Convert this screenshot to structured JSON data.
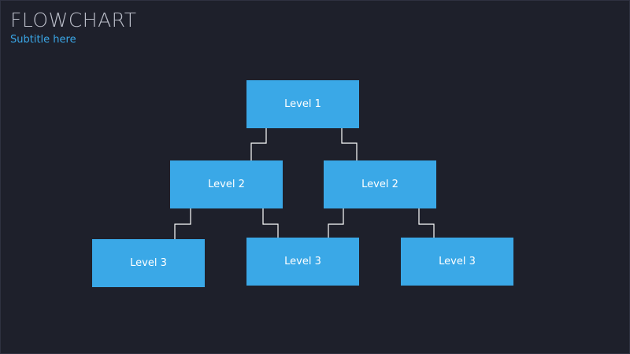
{
  "slide": {
    "title": "FLOWCHART",
    "subtitle": "Subtitle here"
  },
  "nodes": {
    "level1": "Level 1",
    "level2_left": "Level 2",
    "level2_right": "Level 2",
    "level3_left": "Level 3",
    "level3_middle": "Level 3",
    "level3_right": "Level 3"
  },
  "colors": {
    "background": "#1e202b",
    "node": "#3aa8e7",
    "subtitle": "#3aa6e6",
    "title": "#b9bcc7",
    "connector": "#ffffff"
  }
}
